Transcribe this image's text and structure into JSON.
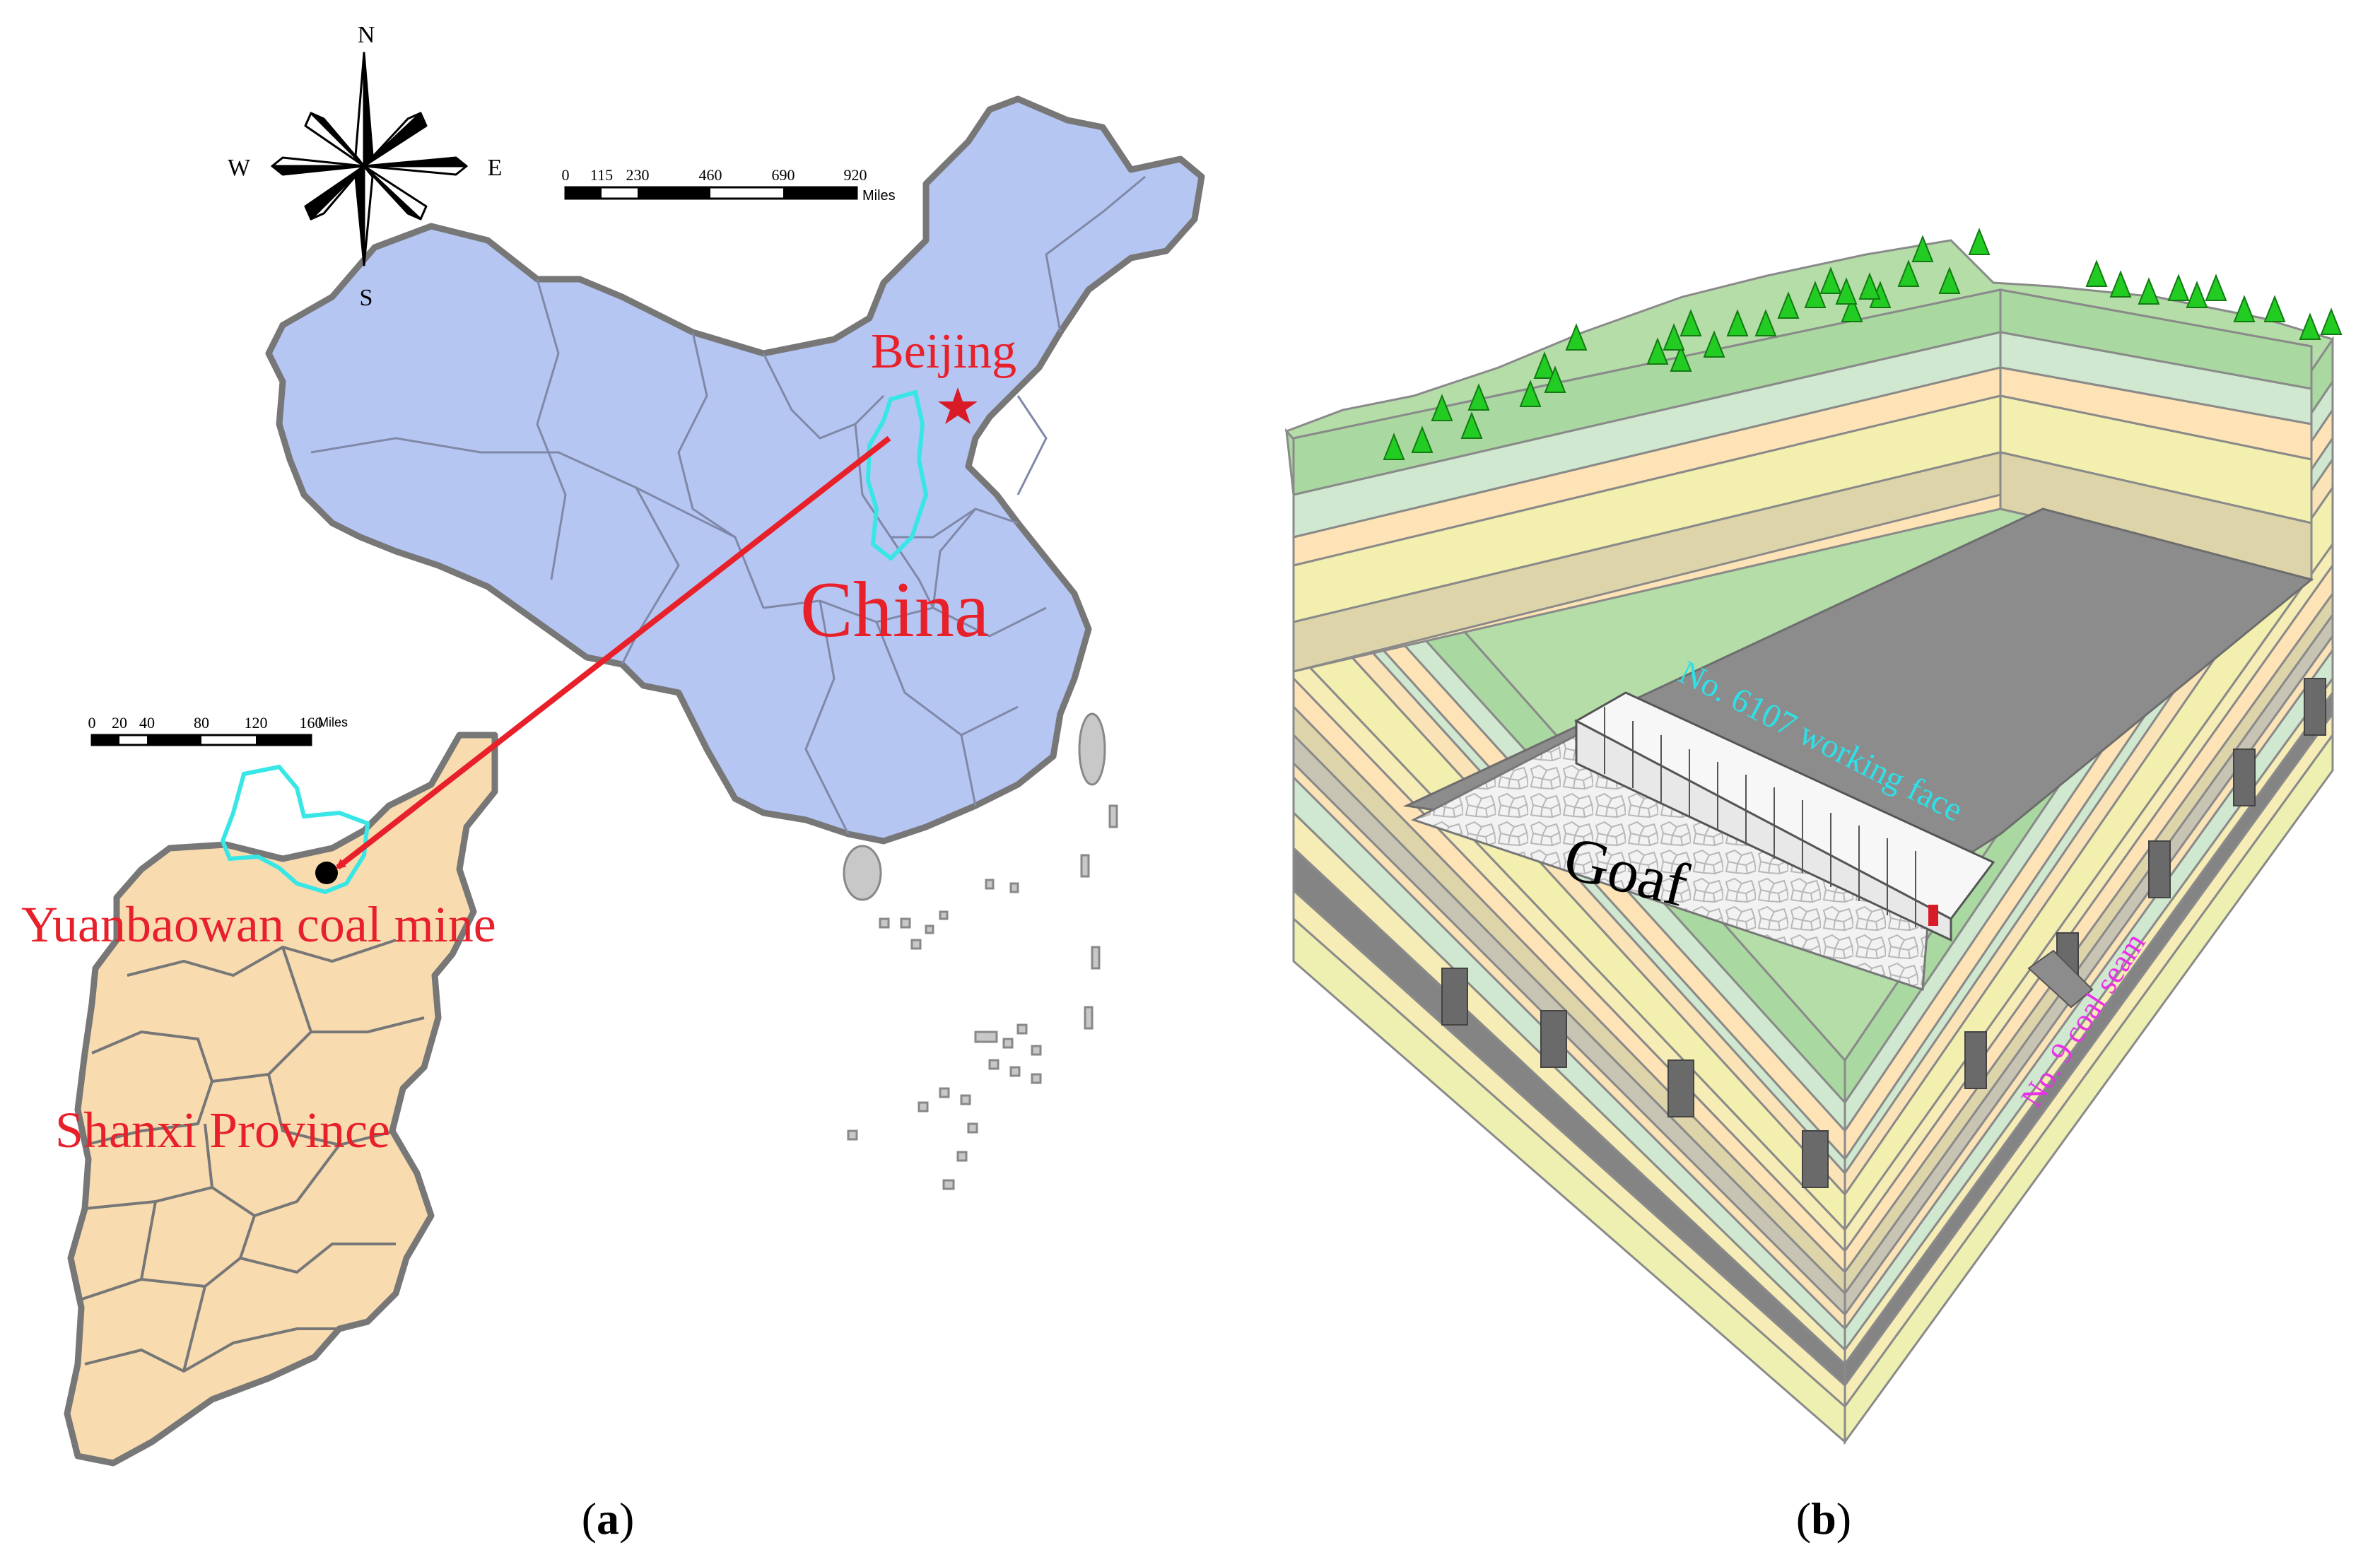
{
  "colors": {
    "china_fill": "#b6c6f2",
    "border_gray": "#777777",
    "province_fill": "#f8dcb0",
    "highlight_cyan": "#38e6e6",
    "label_red": "#e8202a",
    "working_face_label": "#2ee0e8",
    "coal_seam_label": "#e830e8",
    "tree_green": "#22cc22",
    "coal_gray": "#848484"
  },
  "panel_a": {
    "label": "a",
    "compass": {
      "n": "N",
      "s": "S",
      "e": "E",
      "w": "W"
    },
    "scale_china": {
      "ticks": [
        "0",
        "115",
        "230",
        "460",
        "690",
        "920"
      ],
      "unit": "Miles"
    },
    "scale_shanxi": {
      "ticks": [
        "0",
        "20",
        "40",
        "80",
        "120",
        "160"
      ],
      "unit": "Miles"
    },
    "label_beijing": "Beijing",
    "label_china": "China",
    "label_mine": "Yuanbaowan coal mine",
    "label_province": "Shanxi Province"
  },
  "panel_b": {
    "label": "b",
    "label_working_face": "No. 6107 working face",
    "label_goaf": "Goaf",
    "label_coal_seam": "No. 9 coal seam"
  }
}
